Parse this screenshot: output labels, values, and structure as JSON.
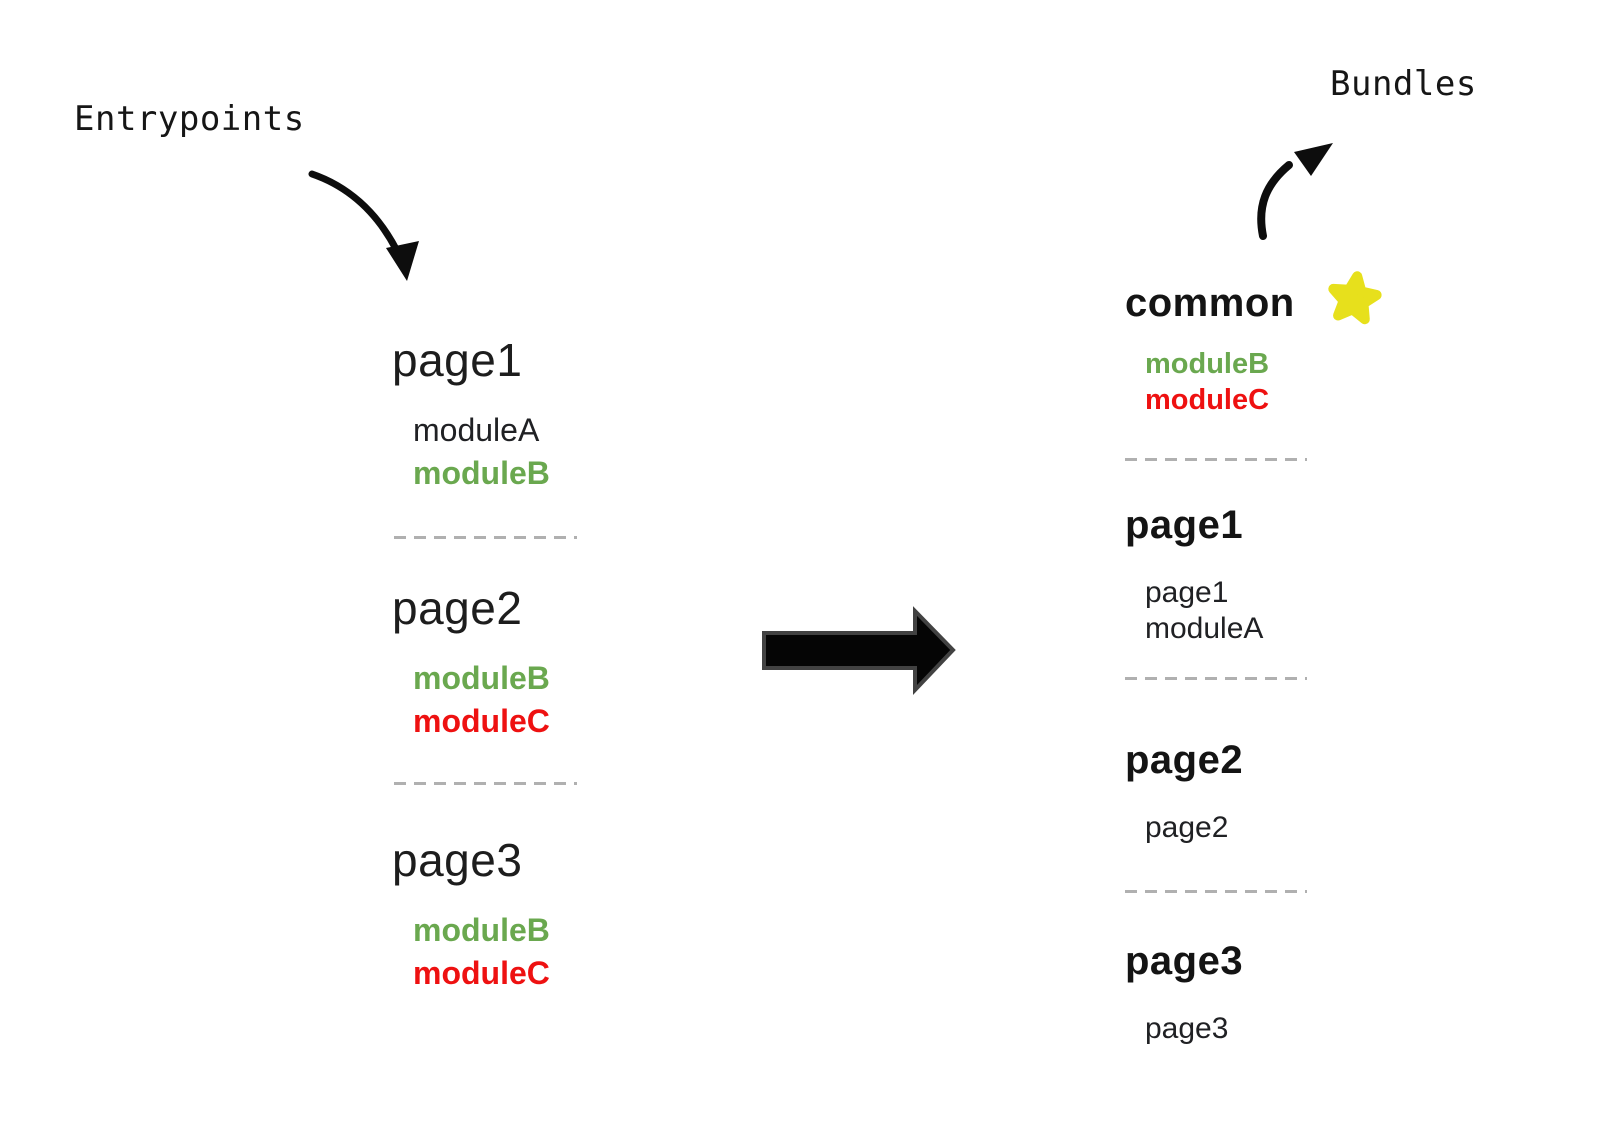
{
  "labels": {
    "entrypoints": "Entrypoints",
    "bundles": "Bundles"
  },
  "colors": {
    "module-green": "#6aa84f",
    "module-red": "#ee1111",
    "text": "#202124",
    "star-yellow": "#e7e01c",
    "divider": "#b0b0b0",
    "arrow-black": "#0d0d0d"
  },
  "entrypoints": {
    "sections": [
      {
        "title": "page1",
        "modules": [
          {
            "name": "moduleA",
            "style": "plain"
          },
          {
            "name": "moduleB",
            "style": "green"
          }
        ]
      },
      {
        "title": "page2",
        "modules": [
          {
            "name": "moduleB",
            "style": "green"
          },
          {
            "name": "moduleC",
            "style": "red"
          }
        ]
      },
      {
        "title": "page3",
        "modules": [
          {
            "name": "moduleB",
            "style": "green"
          },
          {
            "name": "moduleC",
            "style": "red"
          }
        ]
      }
    ]
  },
  "bundles": {
    "sections": [
      {
        "title": "common",
        "starred": true,
        "modules": [
          {
            "name": "moduleB",
            "style": "green"
          },
          {
            "name": "moduleC",
            "style": "red"
          }
        ]
      },
      {
        "title": "page1",
        "starred": false,
        "modules": [
          {
            "name": "page1",
            "style": "plain"
          },
          {
            "name": "moduleA",
            "style": "plain"
          }
        ]
      },
      {
        "title": "page2",
        "starred": false,
        "modules": [
          {
            "name": "page2",
            "style": "plain"
          }
        ]
      },
      {
        "title": "page3",
        "starred": false,
        "modules": [
          {
            "name": "page3",
            "style": "plain"
          }
        ]
      }
    ]
  }
}
